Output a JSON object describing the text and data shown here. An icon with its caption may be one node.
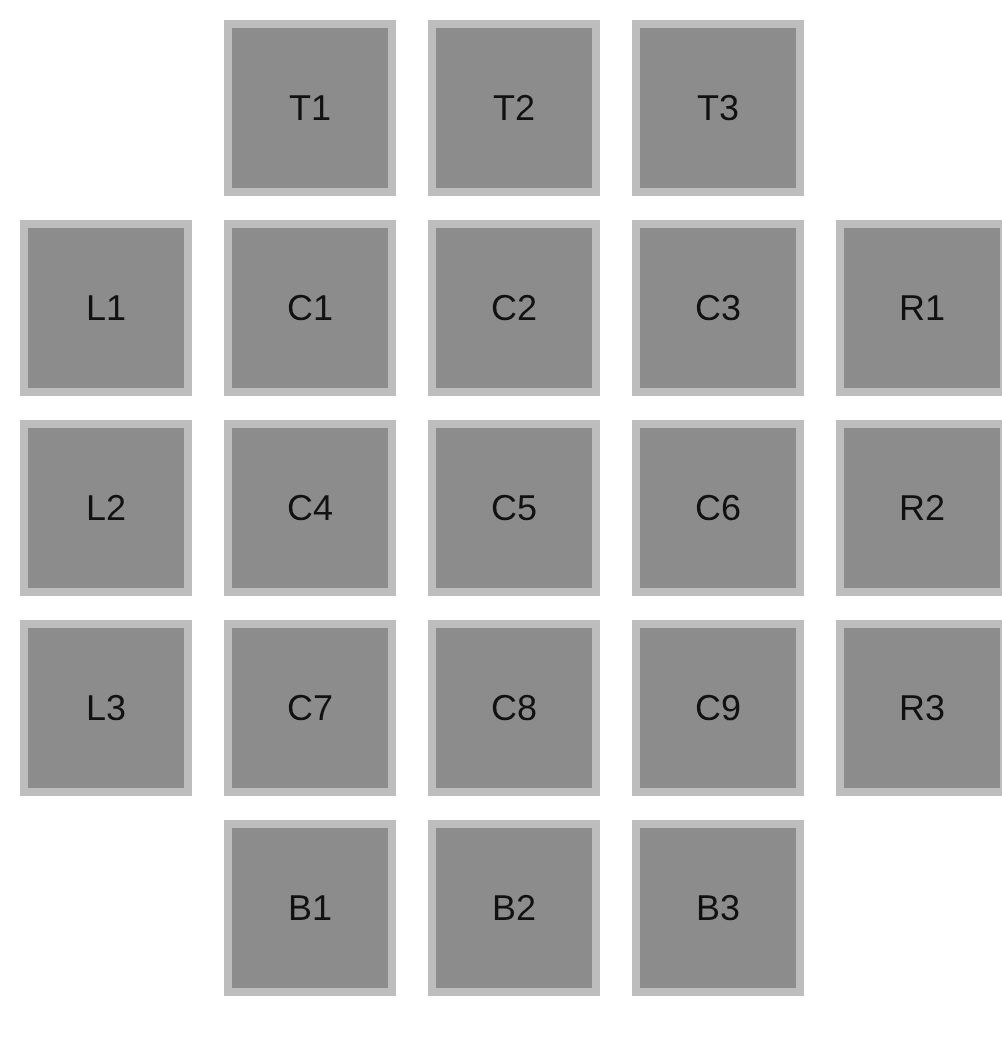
{
  "diagram": {
    "nodes": [
      {
        "text": [
          "T1"
        ]
      },
      {
        "text": [
          "T2"
        ]
      },
      {
        "text": [
          "T3"
        ]
      },
      {
        "text": [
          "L1"
        ]
      },
      {
        "text": [
          "C1"
        ]
      },
      {
        "text": [
          "C2"
        ]
      },
      {
        "text": [
          "C3"
        ]
      },
      {
        "text": [
          "R1"
        ]
      },
      {
        "text": [
          "L2"
        ]
      },
      {
        "text": [
          "C4"
        ]
      },
      {
        "text": [
          "C5"
        ]
      },
      {
        "text": [
          "C6"
        ]
      },
      {
        "text": [
          "R2"
        ]
      },
      {
        "text": [
          "L3"
        ]
      },
      {
        "text": [
          "C7"
        ]
      },
      {
        "text": [
          "C8"
        ]
      },
      {
        "text": [
          "C9"
        ]
      },
      {
        "text": [
          "R3"
        ]
      },
      {
        "text": [
          "B1"
        ]
      },
      {
        "text": [
          "B2"
        ]
      },
      {
        "text": [
          "B3"
        ]
      }
    ]
  }
}
